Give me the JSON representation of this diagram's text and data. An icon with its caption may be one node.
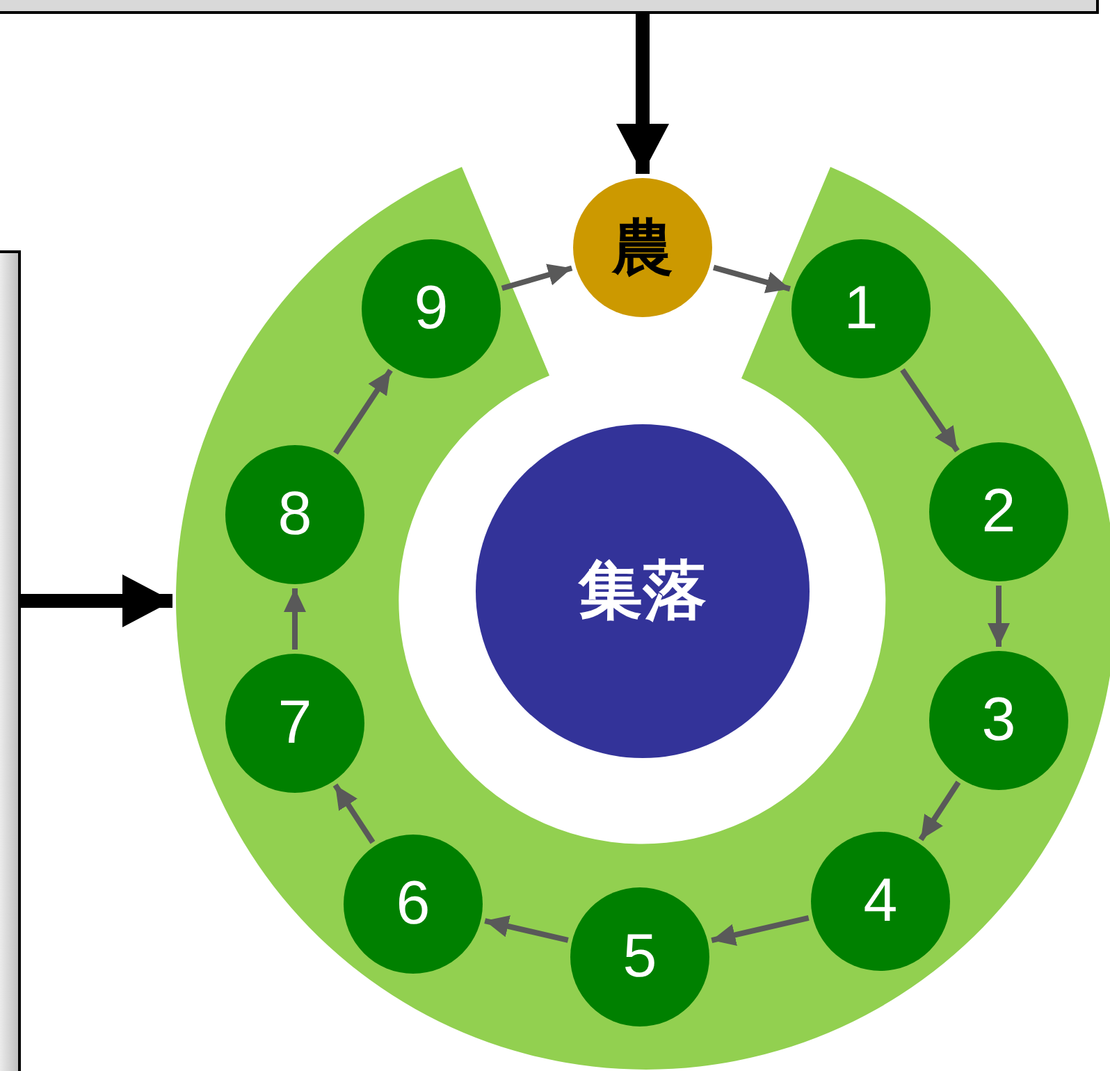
{
  "diagram": {
    "nodes": [
      {
        "text": [],
        "shape": "box"
      },
      {
        "text": [],
        "shape": "box"
      },
      {
        "text": [],
        "shape": "band"
      },
      {
        "text": [
          "農"
        ]
      },
      {
        "text": [
          "1"
        ],
        "in": 2
      },
      {
        "text": [
          "2"
        ],
        "in": 2
      },
      {
        "text": [
          "3"
        ],
        "in": 2
      },
      {
        "text": [
          "4"
        ],
        "in": 2
      },
      {
        "text": [
          "5"
        ],
        "in": 2
      },
      {
        "text": [
          "6"
        ],
        "in": 2
      },
      {
        "text": [
          "7"
        ],
        "in": 2
      },
      {
        "text": [
          "8"
        ],
        "in": 2
      },
      {
        "text": [
          "9"
        ],
        "in": 2
      },
      {
        "text": [
          "集落"
        ]
      }
    ],
    "edges": [
      {
        "from": 0,
        "to": 3,
        "arrow": "to",
        "style": "thick",
        "color": "#000000"
      },
      {
        "from": 1,
        "to": 2,
        "arrow": "to",
        "style": "thick",
        "color": "#000000"
      },
      {
        "from": 3,
        "to": 4,
        "arrow": "to"
      },
      {
        "from": 4,
        "to": 5,
        "arrow": "to"
      },
      {
        "from": 5,
        "to": 6,
        "arrow": "to"
      },
      {
        "from": 6,
        "to": 7,
        "arrow": "to"
      },
      {
        "from": 7,
        "to": 8,
        "arrow": "to"
      },
      {
        "from": 8,
        "to": 9,
        "arrow": "to"
      },
      {
        "from": 9,
        "to": 10,
        "arrow": "to"
      },
      {
        "from": 10,
        "to": 11,
        "arrow": "to"
      },
      {
        "from": 11,
        "to": 12,
        "arrow": "to"
      },
      {
        "from": 12,
        "to": 3,
        "arrow": "to"
      }
    ]
  }
}
